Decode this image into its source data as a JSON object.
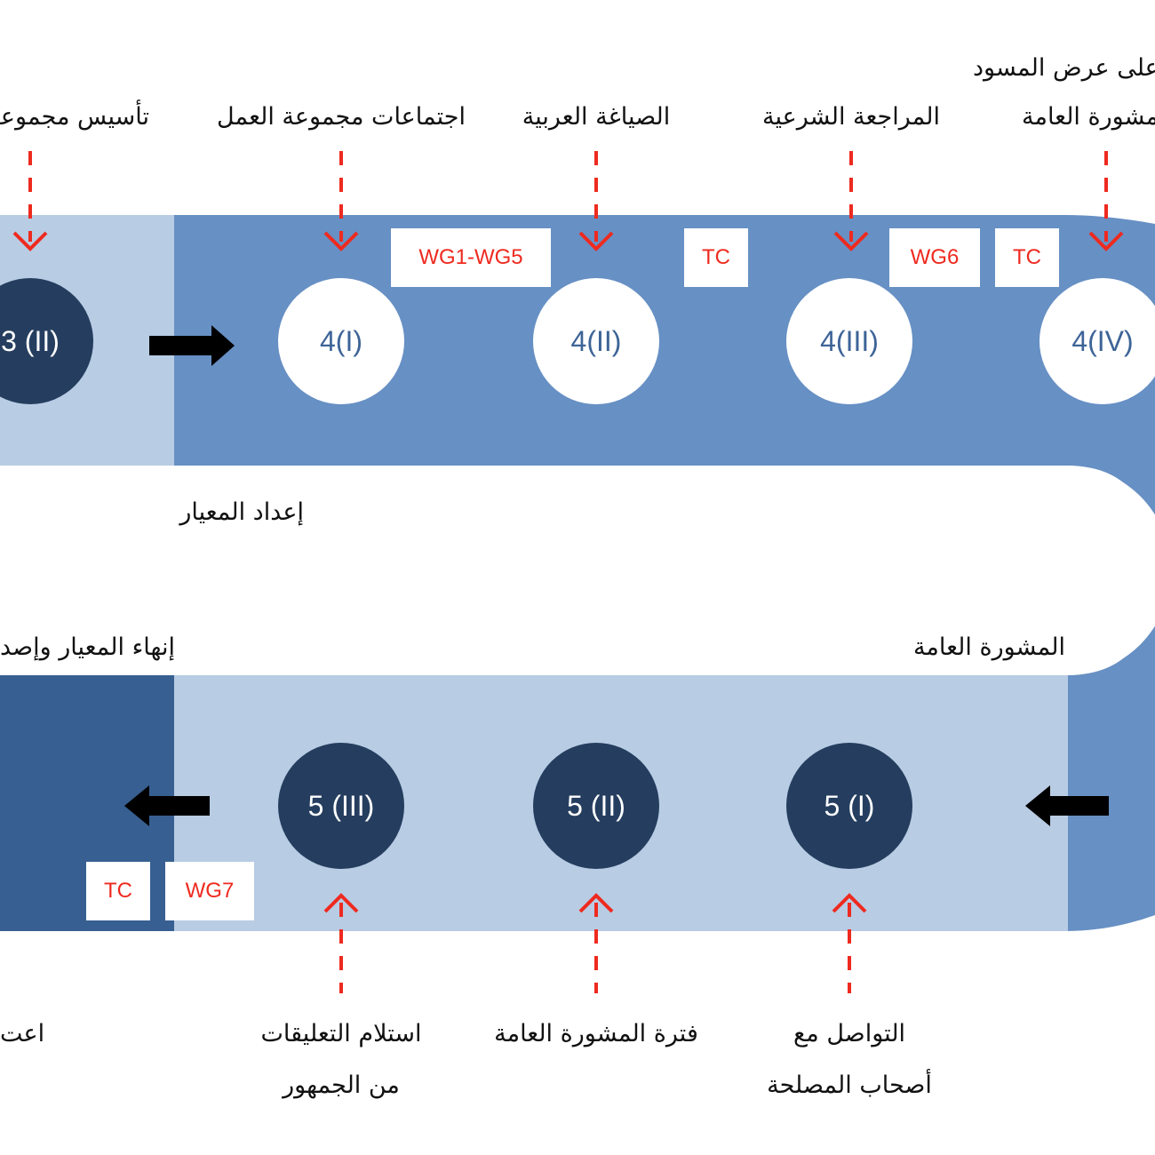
{
  "colors": {
    "light_band": "#b8cce4",
    "mid_band": "#6790c4",
    "dark_band": "#375f91",
    "node_dark": "#253e5f",
    "node_light": "#ffffff",
    "arrow_red": "#ee2a1f",
    "arrow_black": "#000000"
  },
  "top_labels": {
    "establish_wg": "تأسيس مجموعة",
    "wg_meetings": "اجتماعات مجموعة العمل",
    "arabic_drafting": "الصياغة العربية",
    "sharia_review": "المراجعة الشرعية",
    "public_consult_line1": "على عرض المسود",
    "public_consult_line2": "لمشورة العامة"
  },
  "tags": {
    "wg1_wg5": "WG1-WG5",
    "tc_1": "TC",
    "wg6": "WG6",
    "tc_2": "TC",
    "wg7": "WG7",
    "tc_3": "TC"
  },
  "nodes": {
    "n3_ii": "3 (II)",
    "n4_i": "4(I)",
    "n4_ii": "4(II)",
    "n4_iii": "4(III)",
    "n4_iv": "4(IV)",
    "n5_i": "5 (I)",
    "n5_ii": "5 (II)",
    "n5_iii": "5 (III)"
  },
  "phase_labels": {
    "standard_preparation": "إعداد المعيار",
    "finalize_issue": "إنهاء المعيار وإصد",
    "public_consultation": "المشورة العامة"
  },
  "bottom_labels": {
    "stakeholder_line1": "التواصل مع",
    "stakeholder_line2": "أصحاب المصلحة",
    "consult_period": "فترة المشورة العامة",
    "receive_line1": "استلام التعليقات",
    "receive_line2": "من الجمهور",
    "approve_partial": "اعت"
  }
}
